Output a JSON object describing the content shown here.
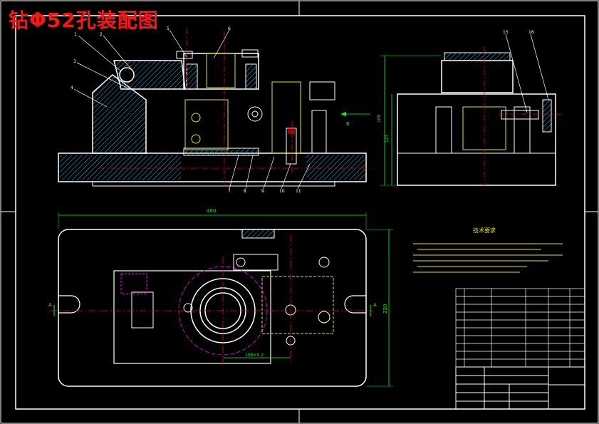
{
  "title": "钻Φ52孔装配图",
  "colors": {
    "background": "#000000",
    "outline": "#ffffff",
    "dimension": "#00ff00",
    "title": "#ff1414",
    "hatch": "#00c8ff",
    "centerline": "#ff0000",
    "hidden": "#e6e600",
    "accent": "#ff00ff"
  },
  "dimensions": {
    "overall_length": "480",
    "overall_width": "230",
    "center_distance": "100±0.2",
    "side_height": "189",
    "side_height_2": "127"
  },
  "view_labels": {
    "section_a": "A",
    "arrow_b": "B"
  },
  "part_numbers_front": [
    "1",
    "2",
    "3",
    "4",
    "5",
    "6",
    "7",
    "8",
    "9",
    "10",
    "11"
  ],
  "part_numbers_side": [
    "15",
    "16"
  ],
  "tech_requirements": {
    "title": "技术要求"
  }
}
